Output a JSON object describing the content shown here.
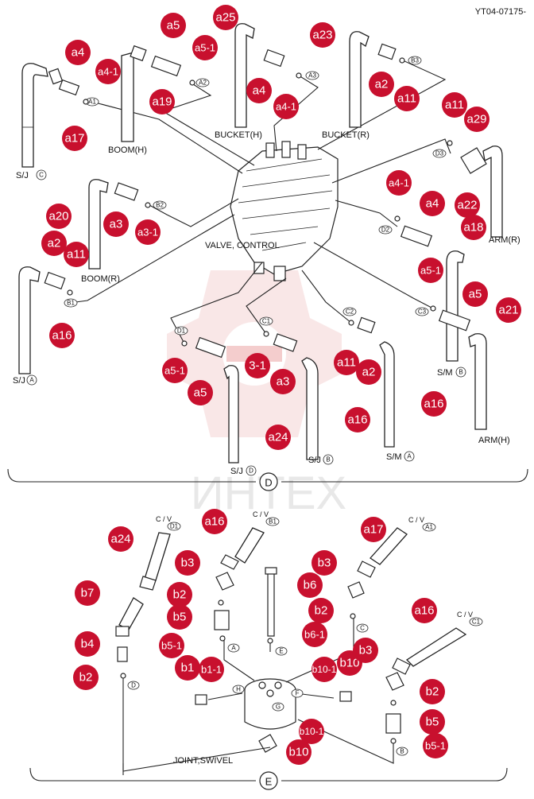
{
  "ref_code": "YT04-07175-",
  "watermark": "ИНТЕХ",
  "section_marks": {
    "upper": "D",
    "lower": "E"
  },
  "labels": {
    "a4_1": "a4",
    "a4_1b": "a4-1",
    "a17": "a17",
    "a5_top": "a5",
    "a5_1_top": "a5-1",
    "a19": "a19",
    "a25": "a25",
    "a4_2": "a4",
    "a4_1c": "a4-1",
    "a23": "a23",
    "a2_1": "a2",
    "a11_1": "a11",
    "a11_2": "a11",
    "a29": "a29",
    "a4_1d": "a4-1",
    "a4_3": "a4",
    "a22": "a22",
    "a18": "a18",
    "a20": "a20",
    "a3_1": "a3",
    "a3_1b": "a3-1",
    "a2_2": "a2",
    "a11_3": "a11",
    "a16_1": "a16",
    "a5_1_mid": "a5-1",
    "a5_mid": "a5",
    "a21": "a21",
    "a5_1_low": "a5-1",
    "a5_low": "a5",
    "a3_1c": "3-1",
    "a3_2": "a3",
    "a11_4": "a11",
    "a2_3": "a2",
    "a16_2": "a16",
    "a16_3": "a16",
    "a24_1": "a24",
    "a24_2": "a24",
    "a16_4": "a16",
    "b3_1": "b3",
    "b2_1": "b2",
    "b5_1": "b5",
    "b5_1b": "b5-1",
    "b1": "b1",
    "b1_1": "b1-1",
    "b7": "b7",
    "b4": "b4",
    "b2_2": "b2",
    "b6": "b6",
    "b6_1": "b6-1",
    "a17_2": "a17",
    "b3_2": "b3",
    "b2_3": "b2",
    "b10_1": "b10-1",
    "b10_a": "b10",
    "b10_1b": "b10-1",
    "b10_b": "b10",
    "a16_5": "a16",
    "b3_3": "b3",
    "b2_4": "b2",
    "b5_2": "b5",
    "b5_1c": "b5-1"
  },
  "captions": {
    "boom_h": "BOOM(H)",
    "bucket_h": "BUCKET(H)",
    "bucket_r": "BUCKET(R)",
    "boom_r": "BOOM(R)",
    "valve_control": "VALVE, CONTROL",
    "arm_r": "ARM(R)",
    "arm_h": "ARM(H)",
    "sj_c": "S/J",
    "sj_a": "S/J",
    "sj_d": "S/J",
    "sj_b": "S/J",
    "sm_a": "S/M",
    "sm_b": "S/M",
    "cv_d1": "C / V",
    "cv_b1": "C / V",
    "cv_a1": "C / V",
    "cv_c1": "C / V",
    "joint_swivel": "JOINT,SWIVEL"
  },
  "ports": {
    "A1": "A1",
    "A2": "A2",
    "A3": "A3",
    "B3": "B3",
    "B2": "B2",
    "B1": "B1",
    "D3": "D3",
    "D2": "D2",
    "C3": "C3",
    "D1": "D1",
    "C1": "C1",
    "C2": "C2",
    "C": "C",
    "A": "A",
    "D": "D",
    "B": "B",
    "E": "E",
    "F": "F",
    "G": "G",
    "H": "H",
    "sj_c_mark": "C",
    "sj_a_mark": "A",
    "sj_d_mark": "D",
    "sj_b_mark": "B",
    "sm_a_mark": "A",
    "sm_b_mark": "B",
    "cv_d1": "D1",
    "cv_b1": "B1",
    "cv_a1": "A1",
    "cv_c1": "C1"
  },
  "colors": {
    "label_fill": "#c8102e",
    "label_text": "#ffffff",
    "line": "#222222",
    "watermark": "#e6e6e6"
  }
}
